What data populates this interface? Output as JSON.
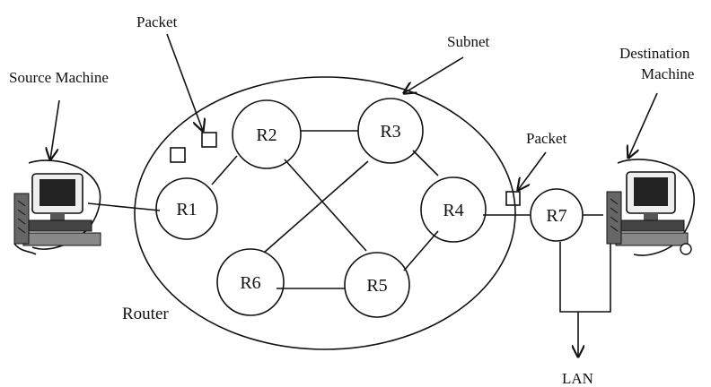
{
  "labels": {
    "packet_top": "Packet",
    "source_machine": "Source Machine",
    "subnet": "Subnet",
    "destination_line1": "Destination",
    "destination_line2": "Machine",
    "packet_right": "Packet",
    "router": "Router",
    "lan": "LAN"
  },
  "routers": {
    "r1": "R1",
    "r2": "R2",
    "r3": "R3",
    "r4": "R4",
    "r5": "R5",
    "r6": "R6",
    "r7": "R7"
  },
  "icons": {
    "source": "computer-icon",
    "destination": "computer-icon"
  }
}
